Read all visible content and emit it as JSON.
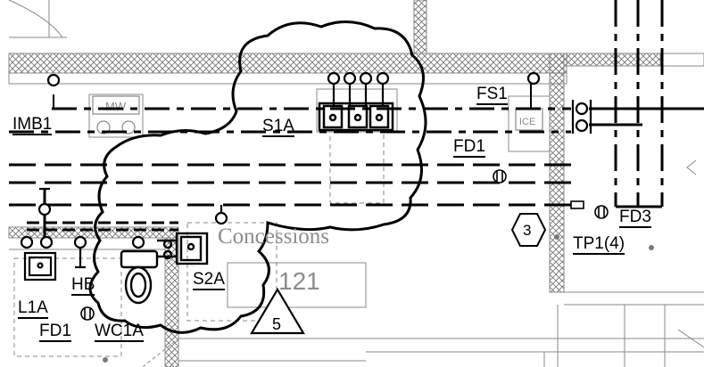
{
  "labels": {
    "imb1": "IMB1",
    "s1a": "S1A",
    "fs1": "FS1",
    "fd1_top": "FD1",
    "fd3": "FD3",
    "tp1": "TP1(4)",
    "s2a": "S2A",
    "hb": "HB",
    "l1a": "L1A",
    "fd1_bottom": "FD1",
    "wc1a": "WC1A"
  },
  "room": {
    "name": "Concessions",
    "number": "121"
  },
  "appliances": {
    "microwave": "MW",
    "ice": "ICE"
  },
  "markers": {
    "hexagon": "3",
    "triangle": "5"
  }
}
